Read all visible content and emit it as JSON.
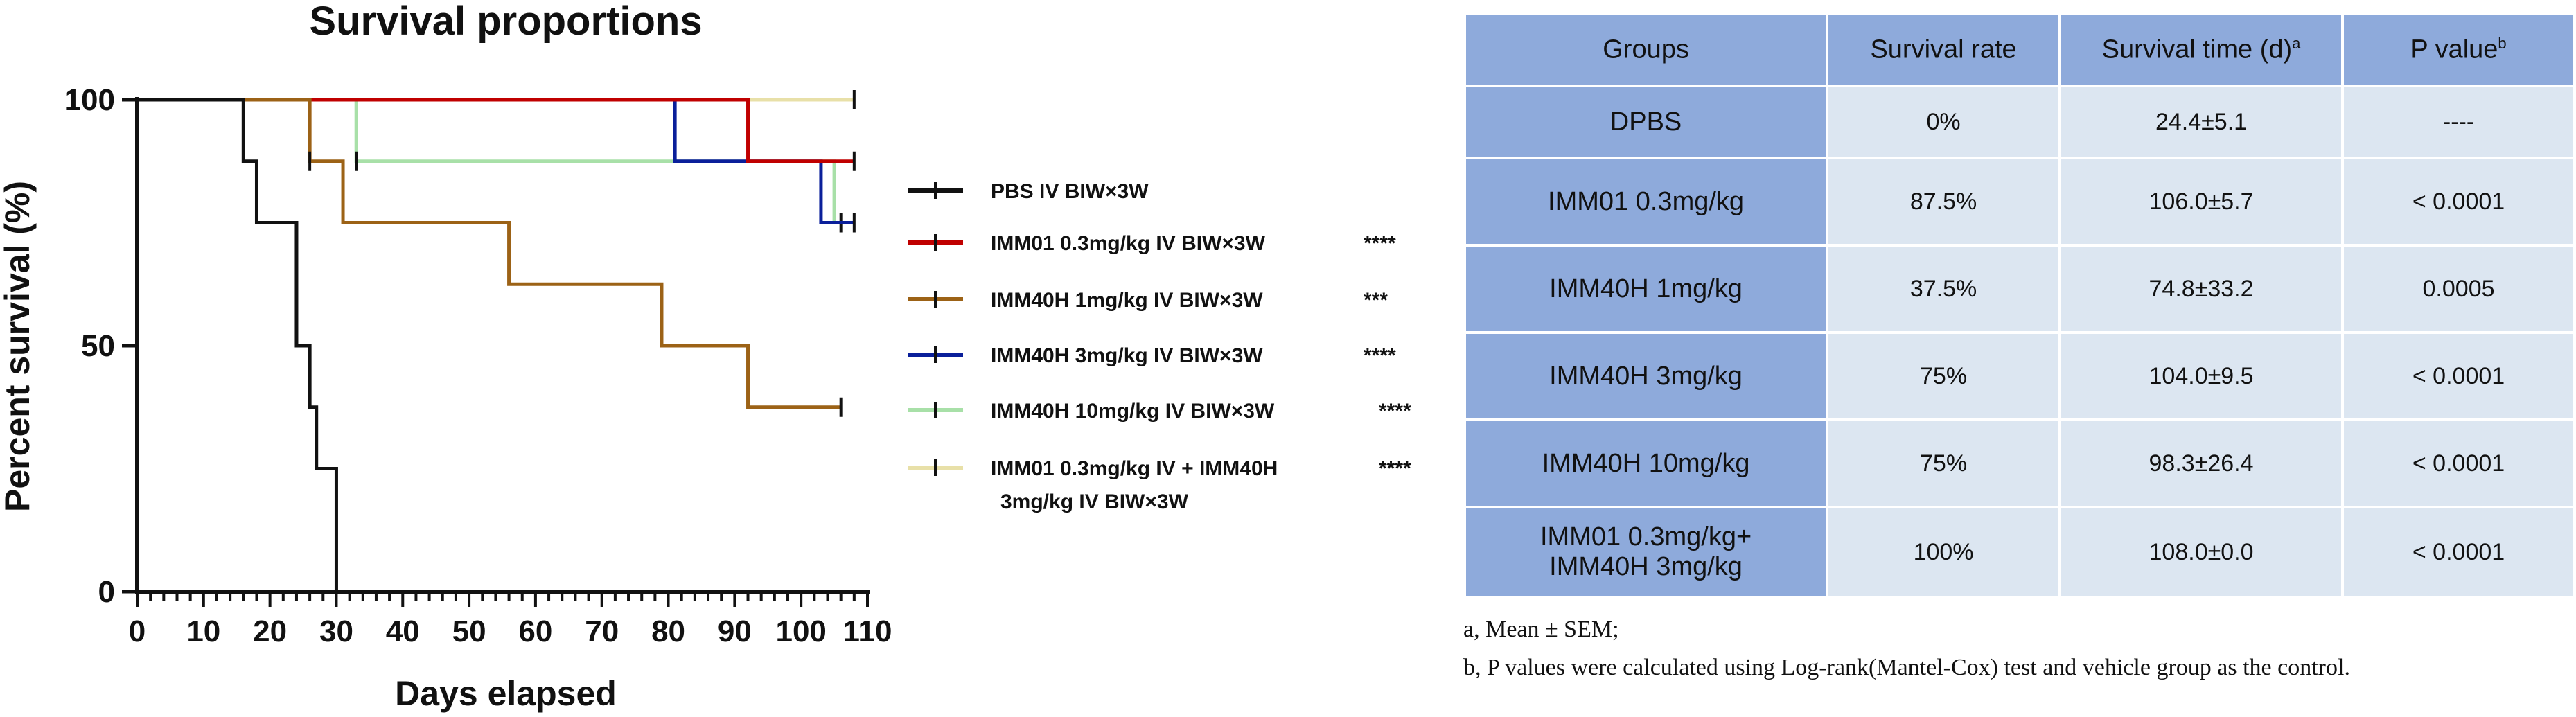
{
  "chart_data": {
    "type": "line",
    "subtype": "kaplan-meier-step",
    "title": "Survival proportions",
    "xlabel": "Days elapsed",
    "ylabel": "Percent survival (%)",
    "xlim": [
      0,
      110
    ],
    "ylim": [
      0,
      100
    ],
    "xticks": [
      0,
      10,
      20,
      30,
      40,
      50,
      60,
      70,
      80,
      90,
      100,
      110
    ],
    "yticks": [
      0,
      50,
      100
    ],
    "grid": false,
    "legend_placement": "right",
    "series": [
      {
        "name": "PBS IV BIW×3W",
        "significance": "",
        "color": "#111111",
        "steps": [
          [
            0,
            100
          ],
          [
            16,
            87.5
          ],
          [
            18,
            75
          ],
          [
            24,
            50
          ],
          [
            26,
            37.5
          ],
          [
            27,
            25
          ],
          [
            30,
            0
          ]
        ]
      },
      {
        "name": "IMM01 0.3mg/kg IV BIW×3W",
        "significance": "****",
        "color": "#c00000",
        "steps": [
          [
            0,
            100
          ],
          [
            92,
            87.5
          ],
          [
            108,
            87.5
          ]
        ],
        "censor": [
          108
        ]
      },
      {
        "name": "IMM40H 1mg/kg IV BIW×3W",
        "significance": "***",
        "color": "#9c6216",
        "steps": [
          [
            0,
            100
          ],
          [
            26,
            87.5
          ],
          [
            31,
            75
          ],
          [
            56,
            62.5
          ],
          [
            79,
            50
          ],
          [
            92,
            37.5
          ],
          [
            106,
            37.5
          ]
        ],
        "censor": [
          26,
          106
        ]
      },
      {
        "name": "IMM40H 3mg/kg IV BIW×3W",
        "significance": "****",
        "color": "#0a1f9a",
        "steps": [
          [
            0,
            100
          ],
          [
            81,
            87.5
          ],
          [
            103,
            75
          ],
          [
            108,
            75
          ]
        ],
        "censor": [
          108
        ]
      },
      {
        "name": "IMM40H 10mg/kg IV BIW×3W",
        "significance": "****",
        "color": "#a8e0a8",
        "steps": [
          [
            0,
            100
          ],
          [
            33,
            87.5
          ],
          [
            105,
            75
          ],
          [
            106,
            75
          ]
        ],
        "censor": [
          33,
          106
        ]
      },
      {
        "name": "IMM01 0.3mg/kg IV + IMM40H\n3mg/kg IV BIW×3W",
        "significance": "****",
        "color": "#e8e0a8",
        "steps": [
          [
            0,
            100
          ],
          [
            108,
            100
          ]
        ],
        "censor": [
          108
        ]
      }
    ]
  },
  "table": {
    "headers": [
      "Groups",
      "Survival rate",
      "Survival time (d)",
      "P value"
    ],
    "header_sups": [
      "",
      "",
      "a",
      "b"
    ],
    "rows": [
      [
        "DPBS",
        "0%",
        "24.4±5.1",
        "----"
      ],
      [
        "IMM01 0.3mg/kg",
        "87.5%",
        "106.0±5.7",
        "< 0.0001"
      ],
      [
        "IMM40H 1mg/kg",
        "37.5%",
        "74.8±33.2",
        "0.0005"
      ],
      [
        "IMM40H 3mg/kg",
        "75%",
        "104.0±9.5",
        "< 0.0001"
      ],
      [
        "IMM40H 10mg/kg",
        "75%",
        "98.3±26.4",
        "< 0.0001"
      ],
      [
        "IMM01 0.3mg/kg+\nIMM40H 3mg/kg",
        "100%",
        "108.0±0.0",
        "< 0.0001"
      ]
    ]
  },
  "footnotes": [
    "a, Mean ± SEM;",
    "b, P values were calculated using Log-rank(Mantel-Cox) test and vehicle group as the control."
  ]
}
